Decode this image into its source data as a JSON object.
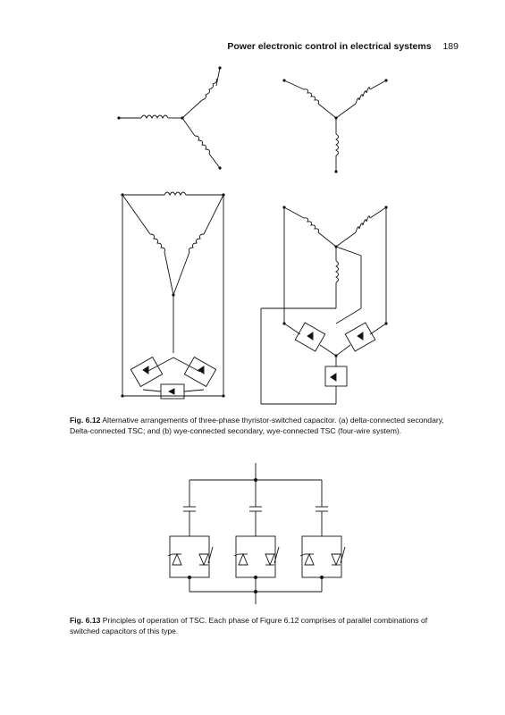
{
  "header": {
    "running_title": "Power electronic control in electrical systems",
    "page_number": "189"
  },
  "figures": [
    {
      "label": "Fig. 6.12",
      "caption": "Alternative arrangements of three-phase thyristor-switched capacitor. (a) delta-connected secondary, Delta-connected TSC; and (b) wye-connected secondary, wye-connected TSC (four-wire system)."
    },
    {
      "label": "Fig. 6.13",
      "caption": "Principles of operation of TSC. Each phase of Figure 6.12 comprises of parallel combinations of switched capacitors of this type."
    }
  ]
}
